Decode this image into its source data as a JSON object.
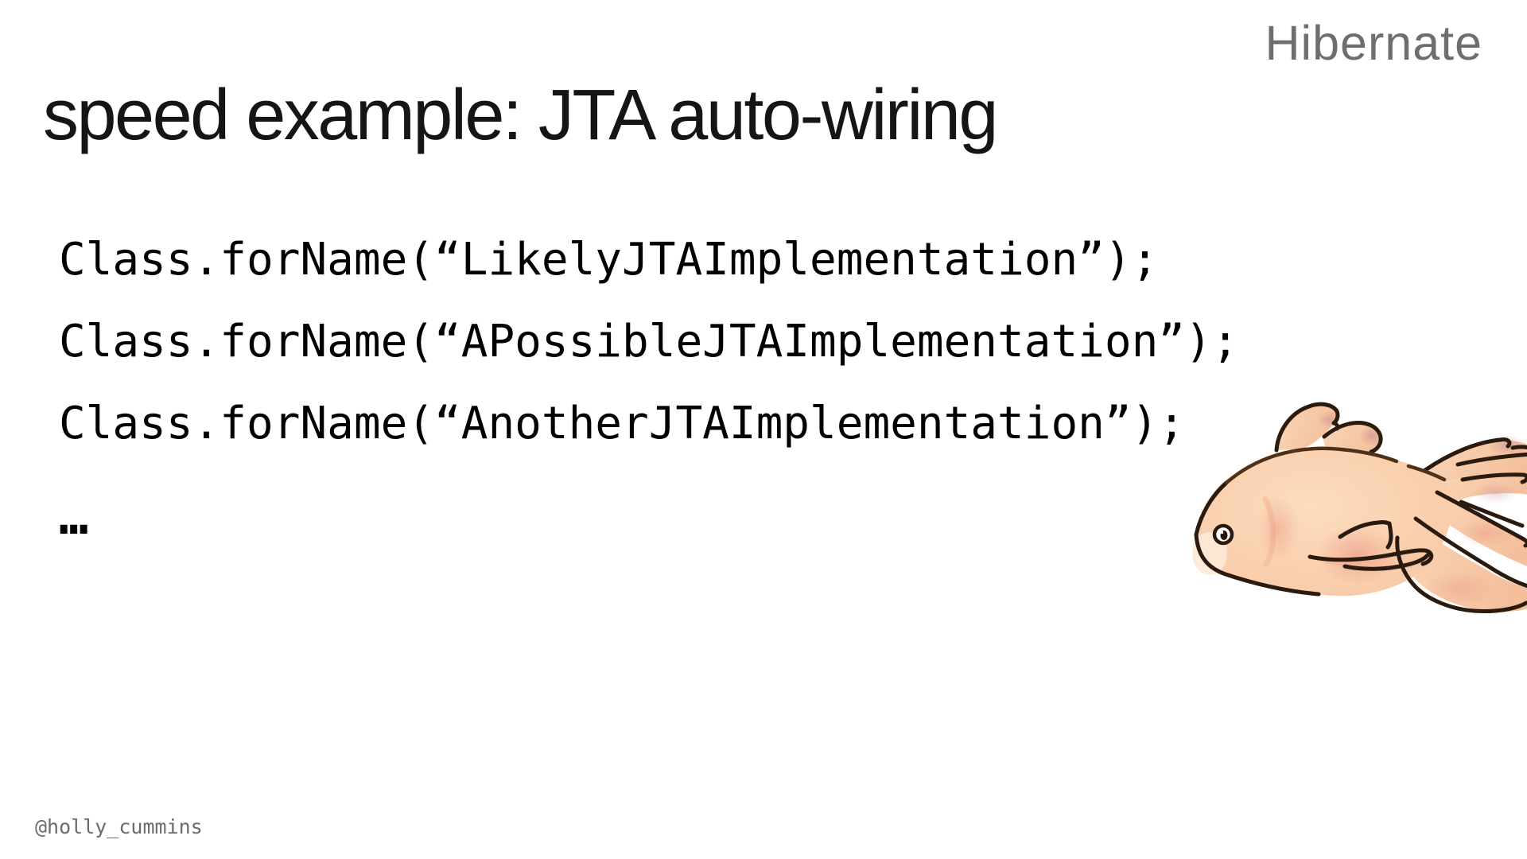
{
  "slide": {
    "brand": "Hibernate",
    "title": "speed example: JTA auto-wiring",
    "code_lines": [
      "Class.forName(“LikelyJTAImplementation”);",
      "Class.forName(“APossibleJTAImplementation”);",
      "Class.forName(“AnotherJTAImplementation”);"
    ],
    "ellipsis": "…",
    "footer_handle": "@holly_cummins",
    "illustration": "hand-drawn goldfish facing left, partially cut off at right edge",
    "colors": {
      "background": "#ffffff",
      "title_text": "#151515",
      "code_text": "#000000",
      "brand_gray": "#6b6f72",
      "handle_gray": "#6b6b6b",
      "fish_body": "#f8cba7",
      "fish_shade_pink": "#e8897b",
      "fish_shade_mauve": "#bd7d96",
      "fish_outline": "#2b1a0e"
    }
  }
}
